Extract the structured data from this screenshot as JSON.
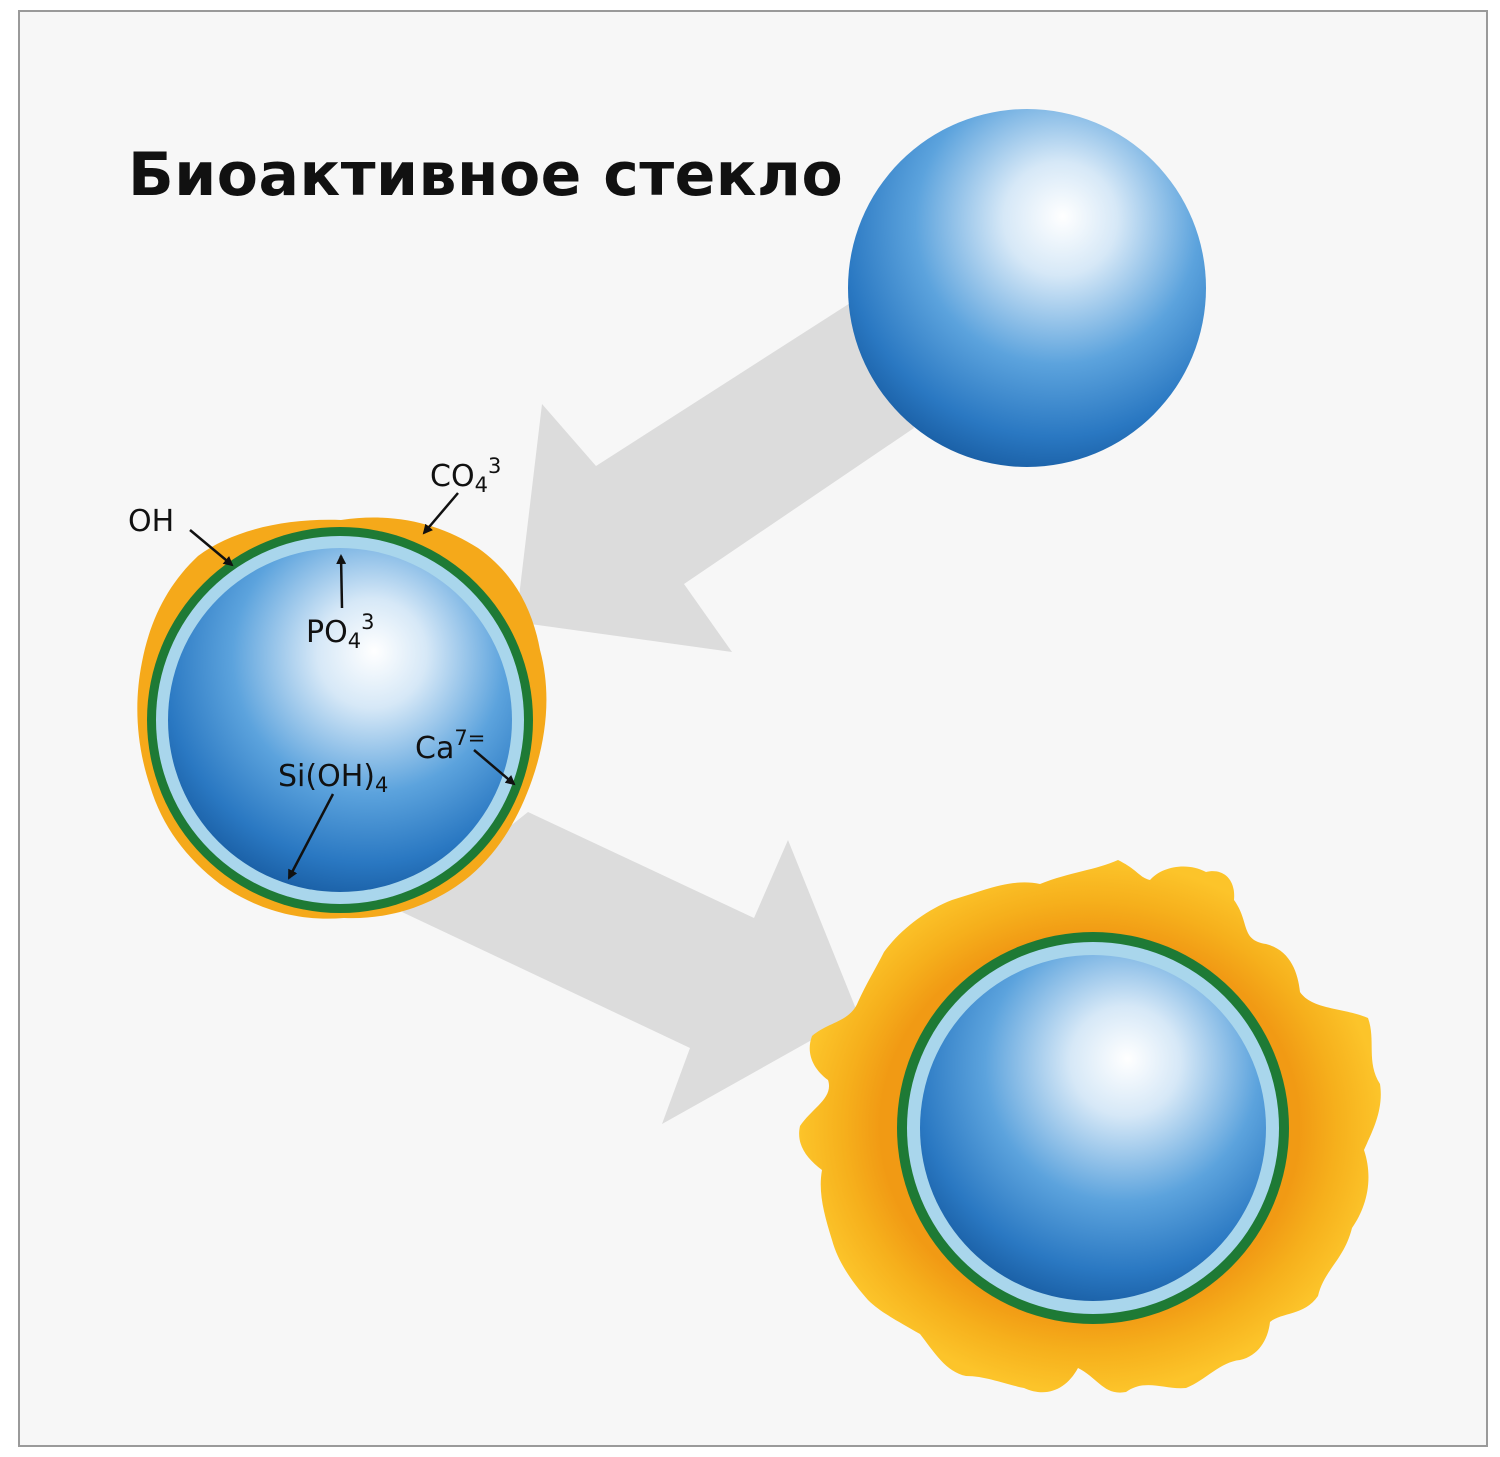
{
  "title": "Биоактивное стекло",
  "labels": {
    "oh": "OH",
    "co4": {
      "base": "CO",
      "sub": "4",
      "sup": "3"
    },
    "po4": {
      "base": "PO",
      "sub": "4",
      "sup": "3"
    },
    "ca": {
      "base": "Ca",
      "sup": "7="
    },
    "sioh4": {
      "base": "Si(OH)",
      "sub": "4"
    }
  },
  "colors": {
    "background": "#f7f7f7",
    "arrow": "#dcdcdc",
    "sphere_light": "#ffffff",
    "sphere_dark": "#1b5fa6",
    "gel_layer": "#a9d6ec",
    "green_layer": "#1e7a35",
    "apatite_layer": "#f7b51d",
    "apatite_edge": "#f19a14"
  }
}
